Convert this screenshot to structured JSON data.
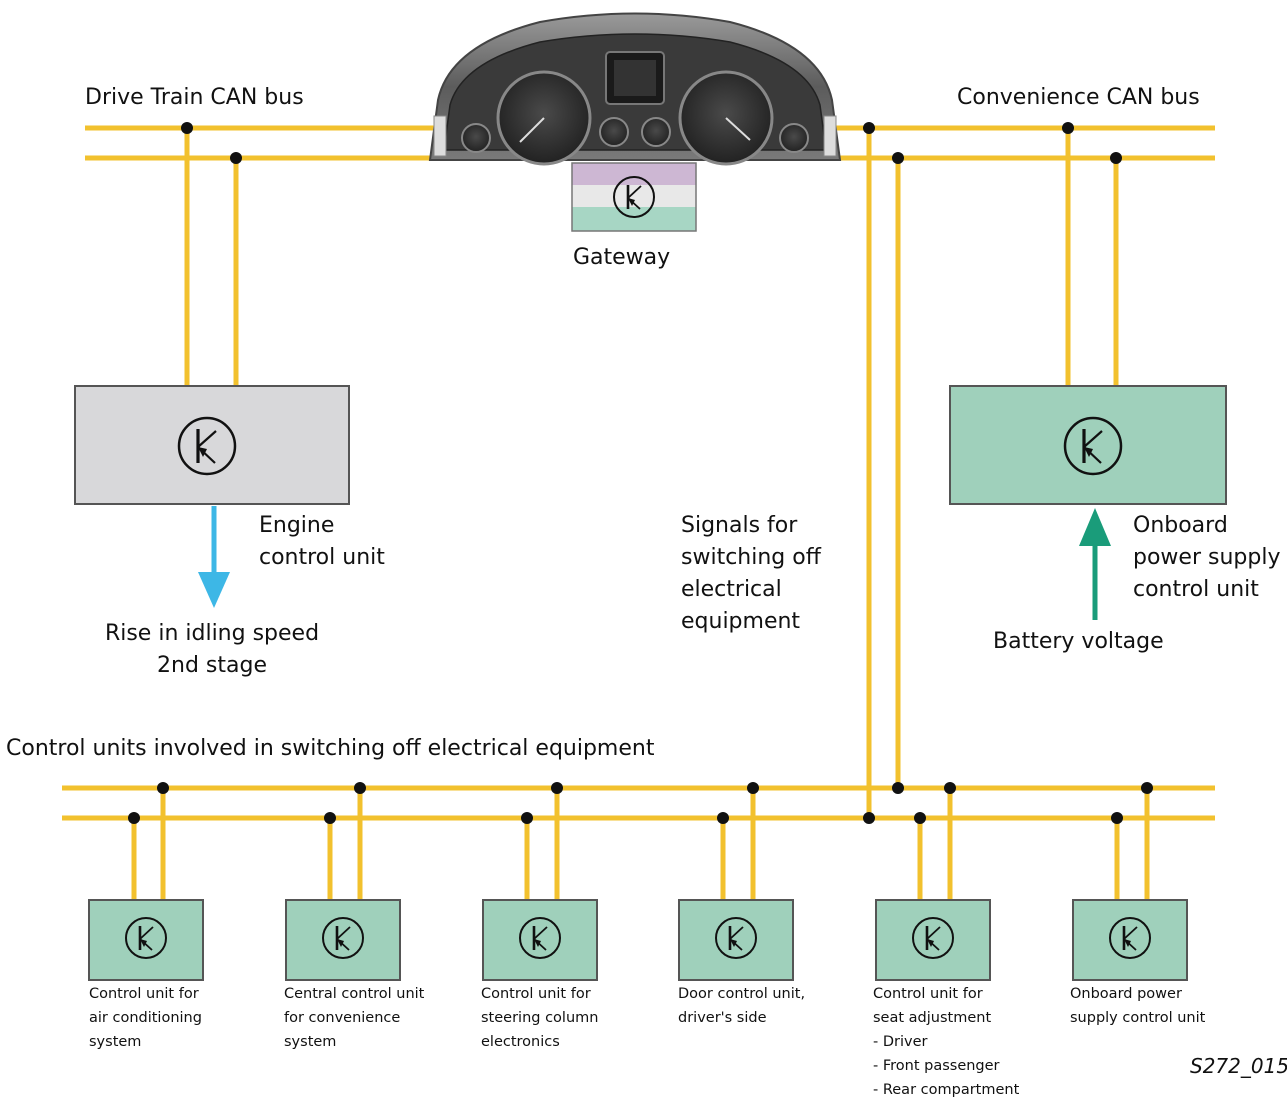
{
  "buses": {
    "drive_train_label": "Drive Train CAN bus",
    "convenience_label": "Convenience CAN bus"
  },
  "gateway": {
    "label": "Gateway"
  },
  "engine_unit": {
    "label_lines": [
      "Engine",
      "control unit"
    ],
    "output_lines": [
      "Rise in idling speed",
      "2nd stage"
    ]
  },
  "onboard_unit": {
    "label_lines": [
      "Onboard",
      "power supply",
      "control unit"
    ],
    "input_label": "Battery voltage"
  },
  "signals_label_lines": [
    "Signals for",
    "switching off",
    "electrical",
    "equipment"
  ],
  "bottom_section_title": "Control units involved in switching off electrical equipment",
  "control_units": [
    {
      "label_lines": [
        "Control unit for",
        "air conditioning",
        "system"
      ]
    },
    {
      "label_lines": [
        "Central control unit",
        "for convenience",
        "system"
      ]
    },
    {
      "label_lines": [
        "Control unit for",
        "steering column",
        "electronics"
      ]
    },
    {
      "label_lines": [
        "Door control unit,",
        "driver's side"
      ]
    },
    {
      "label_lines": [
        "Control unit for",
        "seat adjustment",
        "- Driver",
        "- Front passenger",
        "- Rear compartment"
      ]
    },
    {
      "label_lines": [
        "Onboard power",
        "supply control unit"
      ]
    }
  ],
  "figure_ref": "S272_015",
  "colors": {
    "bus": "#f2c12e",
    "unit_green": "#9fd0bb",
    "unit_grey": "#d8d8da",
    "arrow_blue": "#3db7e6",
    "arrow_green": "#1a9c7a",
    "gateway_top": "#cdb7d3",
    "gateway_bottom": "#a7d6c4"
  },
  "icons": [
    "control-unit-symbol-icon",
    "instrument-cluster-icon"
  ]
}
